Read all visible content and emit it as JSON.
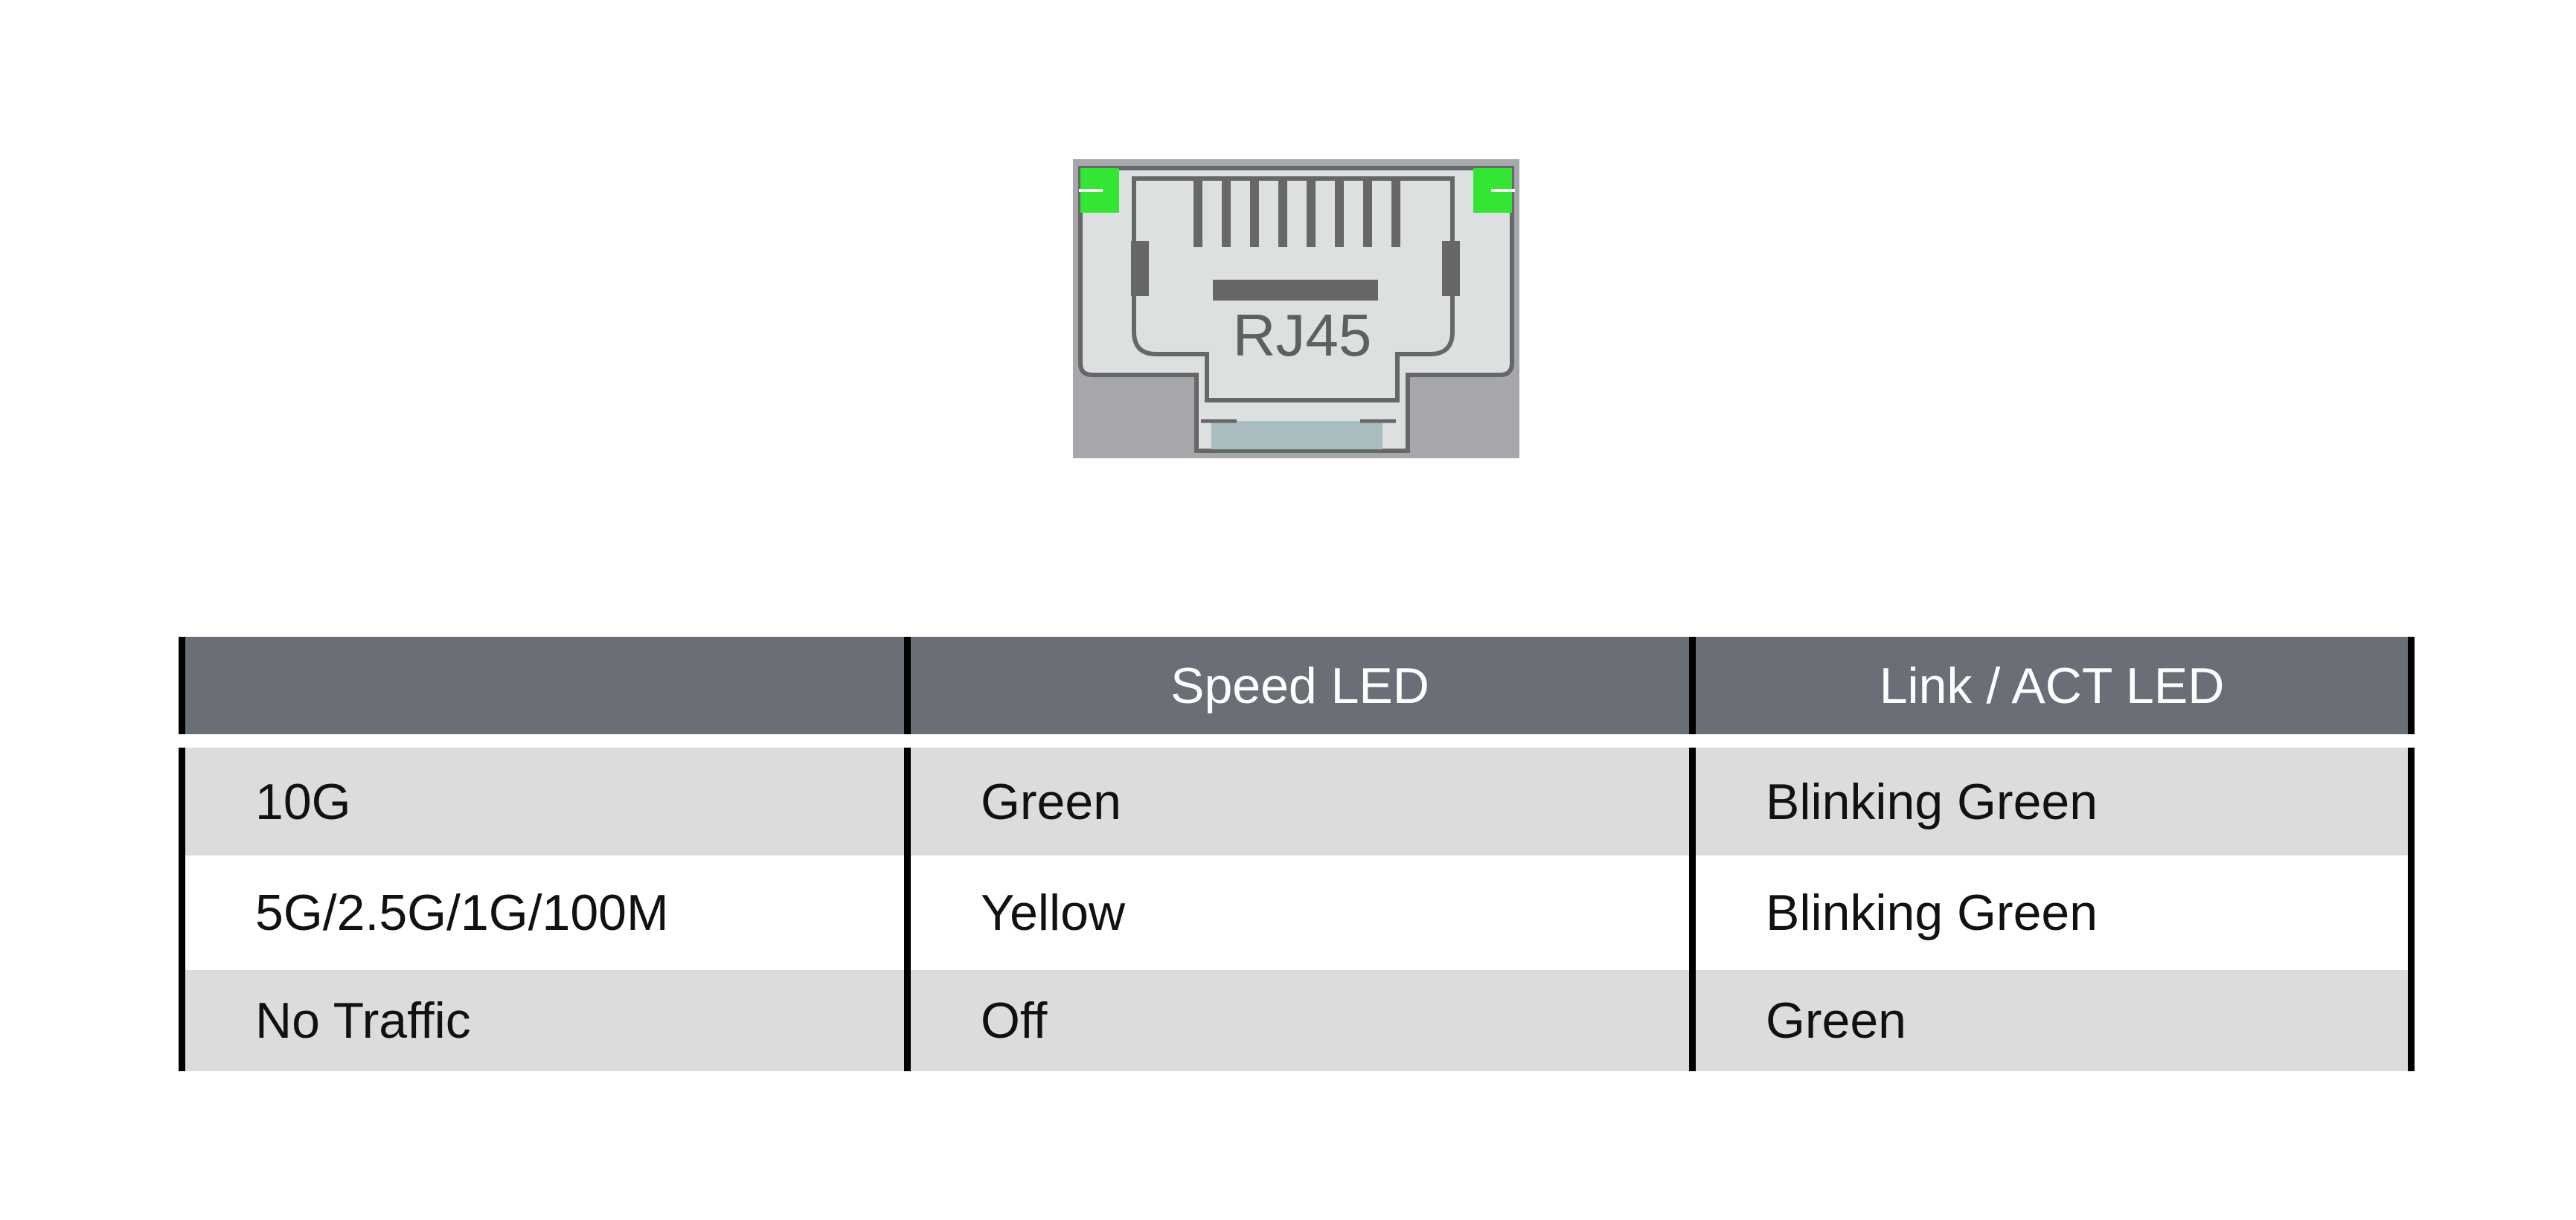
{
  "figure": {
    "port_label": "RJ45",
    "led_color": "#33e633",
    "body_color": "#dce0e0",
    "frame_color": "#a5a7aa",
    "outline_color": "#676767"
  },
  "table": {
    "headers": [
      "",
      "Speed LED",
      "Link / ACT LED"
    ],
    "rows": [
      [
        "10G",
        "Green",
        "Blinking Green"
      ],
      [
        "5G/2.5G/1G/100M",
        "Yellow",
        "Blinking Green"
      ],
      [
        "No Traffic",
        "Off",
        "Green"
      ]
    ],
    "header_color": "#6a6e76",
    "stripe_color": "#dcdcdc"
  }
}
